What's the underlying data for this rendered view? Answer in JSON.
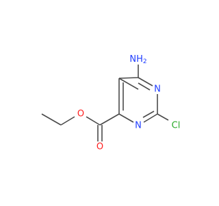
{
  "molecule": {
    "name": "",
    "atoms": {
      "amino": {
        "label": "NH2",
        "main": "N",
        "sub": "H",
        "count": "2",
        "color": "#1f3dff"
      },
      "n1": {
        "label": "N",
        "color": "#1f3dff"
      },
      "n3": {
        "label": "N",
        "color": "#1f3dff"
      },
      "cl": {
        "label": "Cl",
        "color": "#2aaa2a"
      },
      "o_carbonyl": {
        "label": "O",
        "color": "#ff1f1f"
      },
      "o_ester": {
        "label": "O",
        "color": "#ff1f1f"
      }
    },
    "bond_color": "#4a4a4a"
  }
}
